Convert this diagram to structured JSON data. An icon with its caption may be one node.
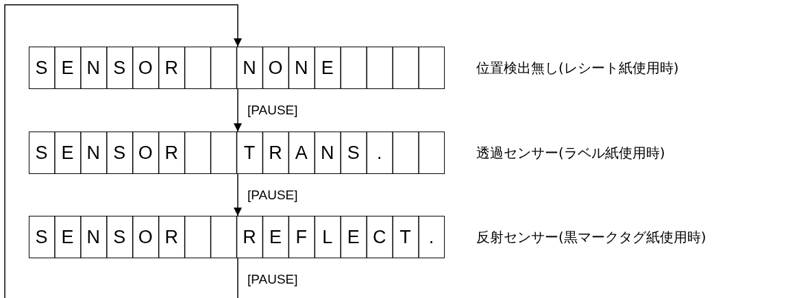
{
  "diagram": {
    "nodes": [
      {
        "text": [
          "S",
          "E",
          "N",
          "S",
          "O",
          "R",
          "N",
          "O",
          "N",
          "E"
        ],
        "beside": [
          "位置検出無し(レシート紙使用時)"
        ]
      },
      {
        "text": [
          "S",
          "E",
          "N",
          "S",
          "O",
          "R",
          "T",
          "R",
          "A",
          "N",
          "S",
          "."
        ],
        "beside": [
          "透過センサー(ラベル紙使用時)"
        ]
      },
      {
        "text": [
          "S",
          "E",
          "N",
          "S",
          "O",
          "R",
          "R",
          "E",
          "F",
          "L",
          "E",
          "C",
          "T",
          "."
        ],
        "beside": [
          "反射センサー(黒マークタグ紙使用時)"
        ]
      }
    ],
    "edges": [
      {
        "from": 0,
        "to": 1,
        "arrow": "to",
        "label": "[PAUSE]"
      },
      {
        "from": 1,
        "to": 2,
        "arrow": "to",
        "label": "[PAUSE]"
      },
      {
        "from": 2,
        "to": null,
        "arrow": "none",
        "label": "[PAUSE]"
      },
      {
        "from": null,
        "to": 0,
        "arrow": "to"
      }
    ]
  }
}
